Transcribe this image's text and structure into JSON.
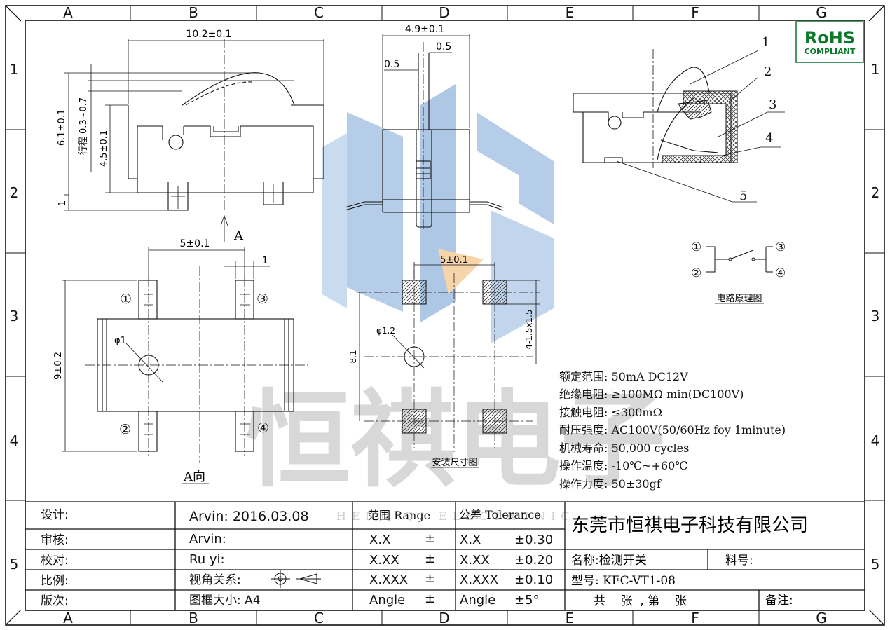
{
  "frame": {
    "columns": [
      "A",
      "B",
      "C",
      "D",
      "E",
      "F",
      "G"
    ],
    "rows": [
      "1",
      "2",
      "3",
      "4",
      "5"
    ]
  },
  "logo": {
    "line1": "RoHS",
    "line2": "COMPLIANT",
    "color": "#0a7a2a"
  },
  "watermark": {
    "text": "恒祺电子",
    "latin": "HENG QI ELECTRONIC"
  },
  "side_view": {
    "width_dim": "10.2±0.1",
    "height_dim": "6.1±0.1",
    "travel_dim": "行程 0.3~0.7",
    "body_dim": "4.5±0.1",
    "foot_dim": "1",
    "arrow_label": "A"
  },
  "front_view": {
    "width_dim": "4.9±0.1",
    "pin_dim_right": "0.5",
    "pin_dim_left": "0.5"
  },
  "bottom_view": {
    "pitch_dim": "5±0.1",
    "pad_dim": "1",
    "length_dim": "9±0.2",
    "hole_dim": "φ1",
    "pin1": "①",
    "pin2": "②",
    "pin3": "③",
    "pin4": "④",
    "caption": "A向"
  },
  "mounting": {
    "pitch_dim": "5±0.1",
    "pad_dim": "4-1.5x1.5",
    "height_dim": "8.1",
    "hole_dim": "φ1.2",
    "caption": "安装尺寸图"
  },
  "section_view": {
    "callouts": [
      "1",
      "2",
      "3",
      "4",
      "5"
    ]
  },
  "circuit": {
    "pins": [
      "①",
      "②",
      "③",
      "④"
    ],
    "caption": "电路原理图"
  },
  "specs": [
    "额定范围: 50mA DC12V",
    "绝缘电阻: ≥100MΩ min(DC100V)",
    "接触电阻: ≤300mΩ",
    "耐压强度: AC100V(50/60Hz  foy  1minute)",
    "机械寿命: 50,000 cycles",
    "操作温度: -10℃~+60℃",
    "操作力度: 50±30gf"
  ],
  "title_block": {
    "rows": [
      {
        "label": "设计:",
        "value": "Arvin:  2016.03.08"
      },
      {
        "label": "审核:",
        "value": "Arvin:"
      },
      {
        "label": "校对:",
        "value": "Ru  yi:"
      },
      {
        "label": "比例:",
        "value": "视角关系:"
      },
      {
        "label": "版次:",
        "value": "图框大小:  A4"
      }
    ],
    "range_header": "范围 Range",
    "tolerance_header": "公差 Tolerance",
    "range_rows": [
      {
        "name": "X.X",
        "sign": "±"
      },
      {
        "name": "X.XX",
        "sign": "±"
      },
      {
        "name": "X.XXX",
        "sign": "±"
      },
      {
        "name": "Angle",
        "sign": "±"
      }
    ],
    "tolerance_rows": [
      {
        "name": "X.X",
        "value": "±0.30"
      },
      {
        "name": "X.XX",
        "value": "±0.20"
      },
      {
        "name": "X.XXX",
        "value": "±0.10"
      },
      {
        "name": "Angle",
        "value": "±5°"
      }
    ],
    "company": "东莞市恒祺电子科技有限公司",
    "part_name": "名称:检测开关",
    "part_no_label": "料号:",
    "model": "型号: KFC-VT1-08",
    "sheet": "共    张  , 第    张",
    "remarks": "备注:"
  }
}
